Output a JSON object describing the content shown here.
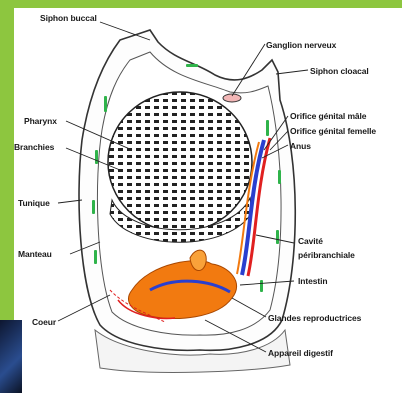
{
  "labels": {
    "siphon_buccal": "Siphon buccal",
    "ganglion": "Ganglion nerveux",
    "siphon_cloacal": "Siphon cloacal",
    "pharynx": "Pharynx",
    "branchies": "Branchies",
    "orifice_male": "Orifice génital mâle",
    "orifice_femelle": "Orifice génital femelle",
    "anus": "Anus",
    "tunique": "Tunique",
    "manteau": "Manteau",
    "cavite_line1": "Cavité",
    "cavite_line2": "péribranchiale",
    "intestin": "Intestin",
    "coeur": "Coeur",
    "glandes": "Glandes reproductrices",
    "appareil": "Appareil digestif"
  },
  "colors": {
    "frame": "#8dc63f",
    "tunic_green": "#2fb34a",
    "gut_orange": "#f27a10",
    "vessel_blue": "#2a3fcf",
    "vessel_red": "#e02020"
  }
}
